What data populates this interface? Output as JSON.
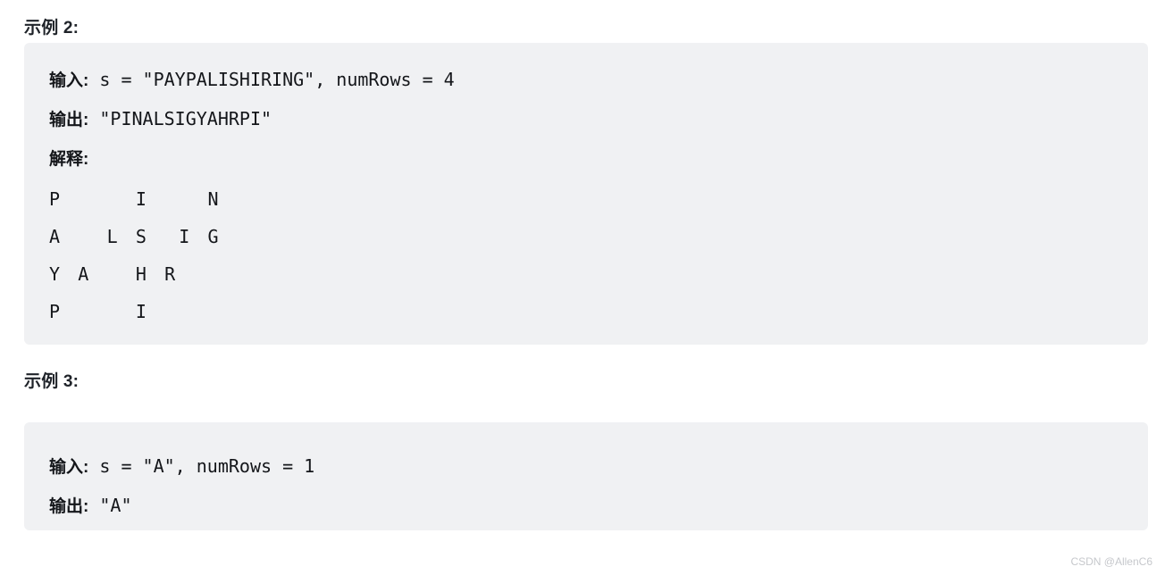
{
  "page": {
    "background_color": "#ffffff",
    "text_color": "#1f2329",
    "code_block_background": "#f0f1f3"
  },
  "examples": [
    {
      "heading": "示例 2:",
      "input_label": "输入:",
      "input_value": " s = \"PAYPALISHIRING\", numRows = 4",
      "output_label": "输出:",
      "output_value": " \"PINALSIGYAHRPI\"",
      "explanation_label": "解释:",
      "zigzag": [
        "P     I    N",
        "A   L S  I G",
        "Y A   H R",
        "P     I"
      ]
    },
    {
      "heading": "示例 3:",
      "input_label": "输入:",
      "input_value": " s = \"A\", numRows = 1",
      "output_label": "输出:",
      "output_value": " \"A\""
    }
  ],
  "watermark": {
    "text": "CSDN @AllenC6",
    "color": "#c6c8cc"
  }
}
